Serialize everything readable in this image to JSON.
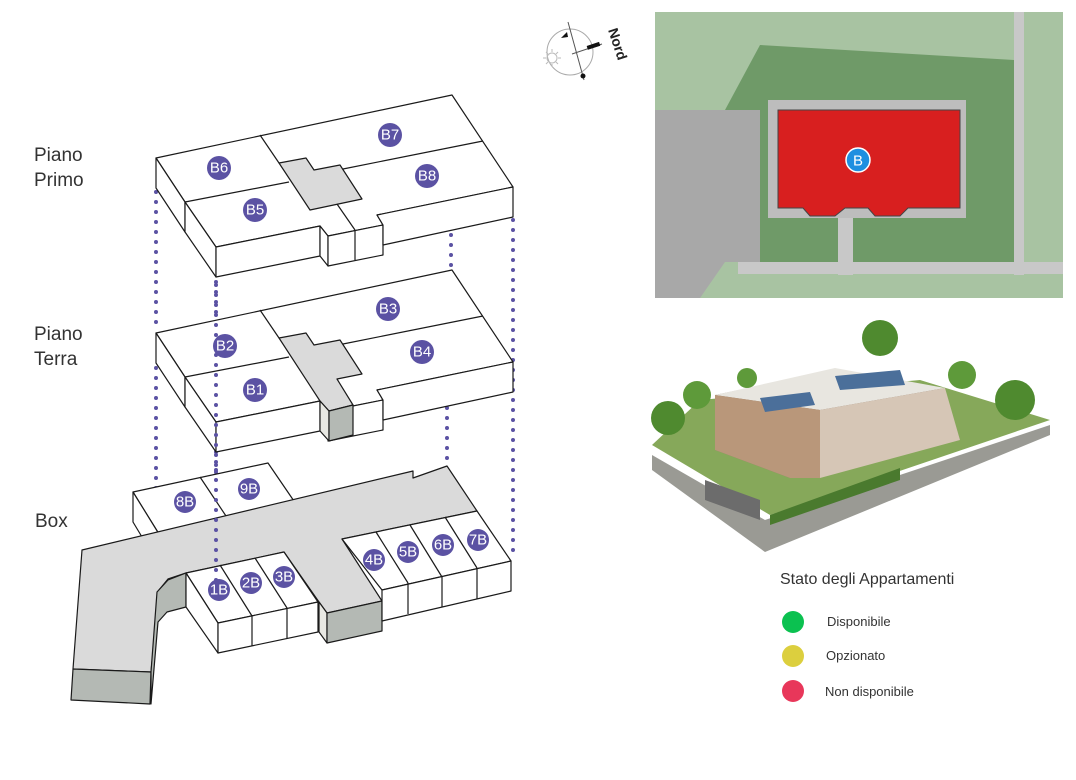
{
  "compass": {
    "label": "Nord"
  },
  "floors": {
    "primo": {
      "line1": "Piano",
      "line2": "Primo",
      "units": [
        "B6",
        "B5",
        "B7",
        "B8"
      ]
    },
    "terra": {
      "line1": "Piano",
      "line2": "Terra",
      "units": [
        "B2",
        "B1",
        "B3",
        "B4"
      ]
    },
    "box": {
      "label": "Box",
      "units": [
        "8B",
        "9B",
        "1B",
        "2B",
        "3B",
        "4B",
        "5B",
        "6B",
        "7B"
      ]
    }
  },
  "site_map": {
    "building_marker": "B",
    "building_color": "#d81f1f",
    "marker_color": "#1e8fe0"
  },
  "legend": {
    "title": "Stato degli Appartamenti",
    "items": [
      {
        "label": "Disponibile",
        "color": "#0bc150"
      },
      {
        "label": "Opzionato",
        "color": "#dccf3e"
      },
      {
        "label": "Non disponibile",
        "color": "#e8375a"
      }
    ]
  }
}
